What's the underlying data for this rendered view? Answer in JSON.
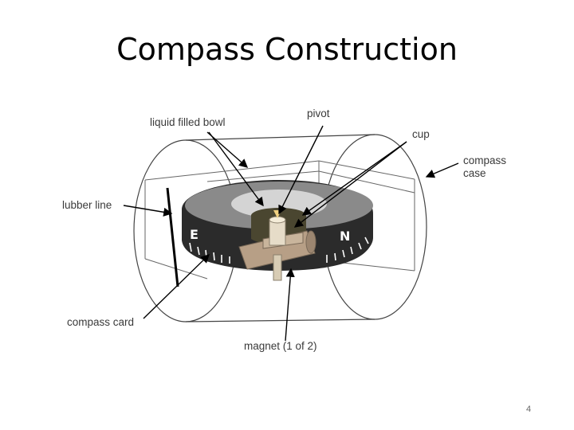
{
  "slide": {
    "title": "Compass Construction",
    "page_number": "4"
  },
  "diagram": {
    "labels": {
      "liquid_filled_bowl": "liquid filled bowl",
      "pivot": "pivot",
      "cup": "cup",
      "compass_case_1": "compass",
      "compass_case_2": "case",
      "lubber_line": "lubber line",
      "compass_card": "compass card",
      "magnet": "magnet (1 of 2)"
    },
    "card_letters": {
      "east": "E",
      "north": "N"
    },
    "colors": {
      "card_ring": "#2b2b2b",
      "bowl_top": "#8a8a8a",
      "bowl_inner": "#d4d4d4",
      "cup_area": "#4a4630",
      "magnet": "#b79f86",
      "pivot": "#e6dcc8"
    }
  }
}
